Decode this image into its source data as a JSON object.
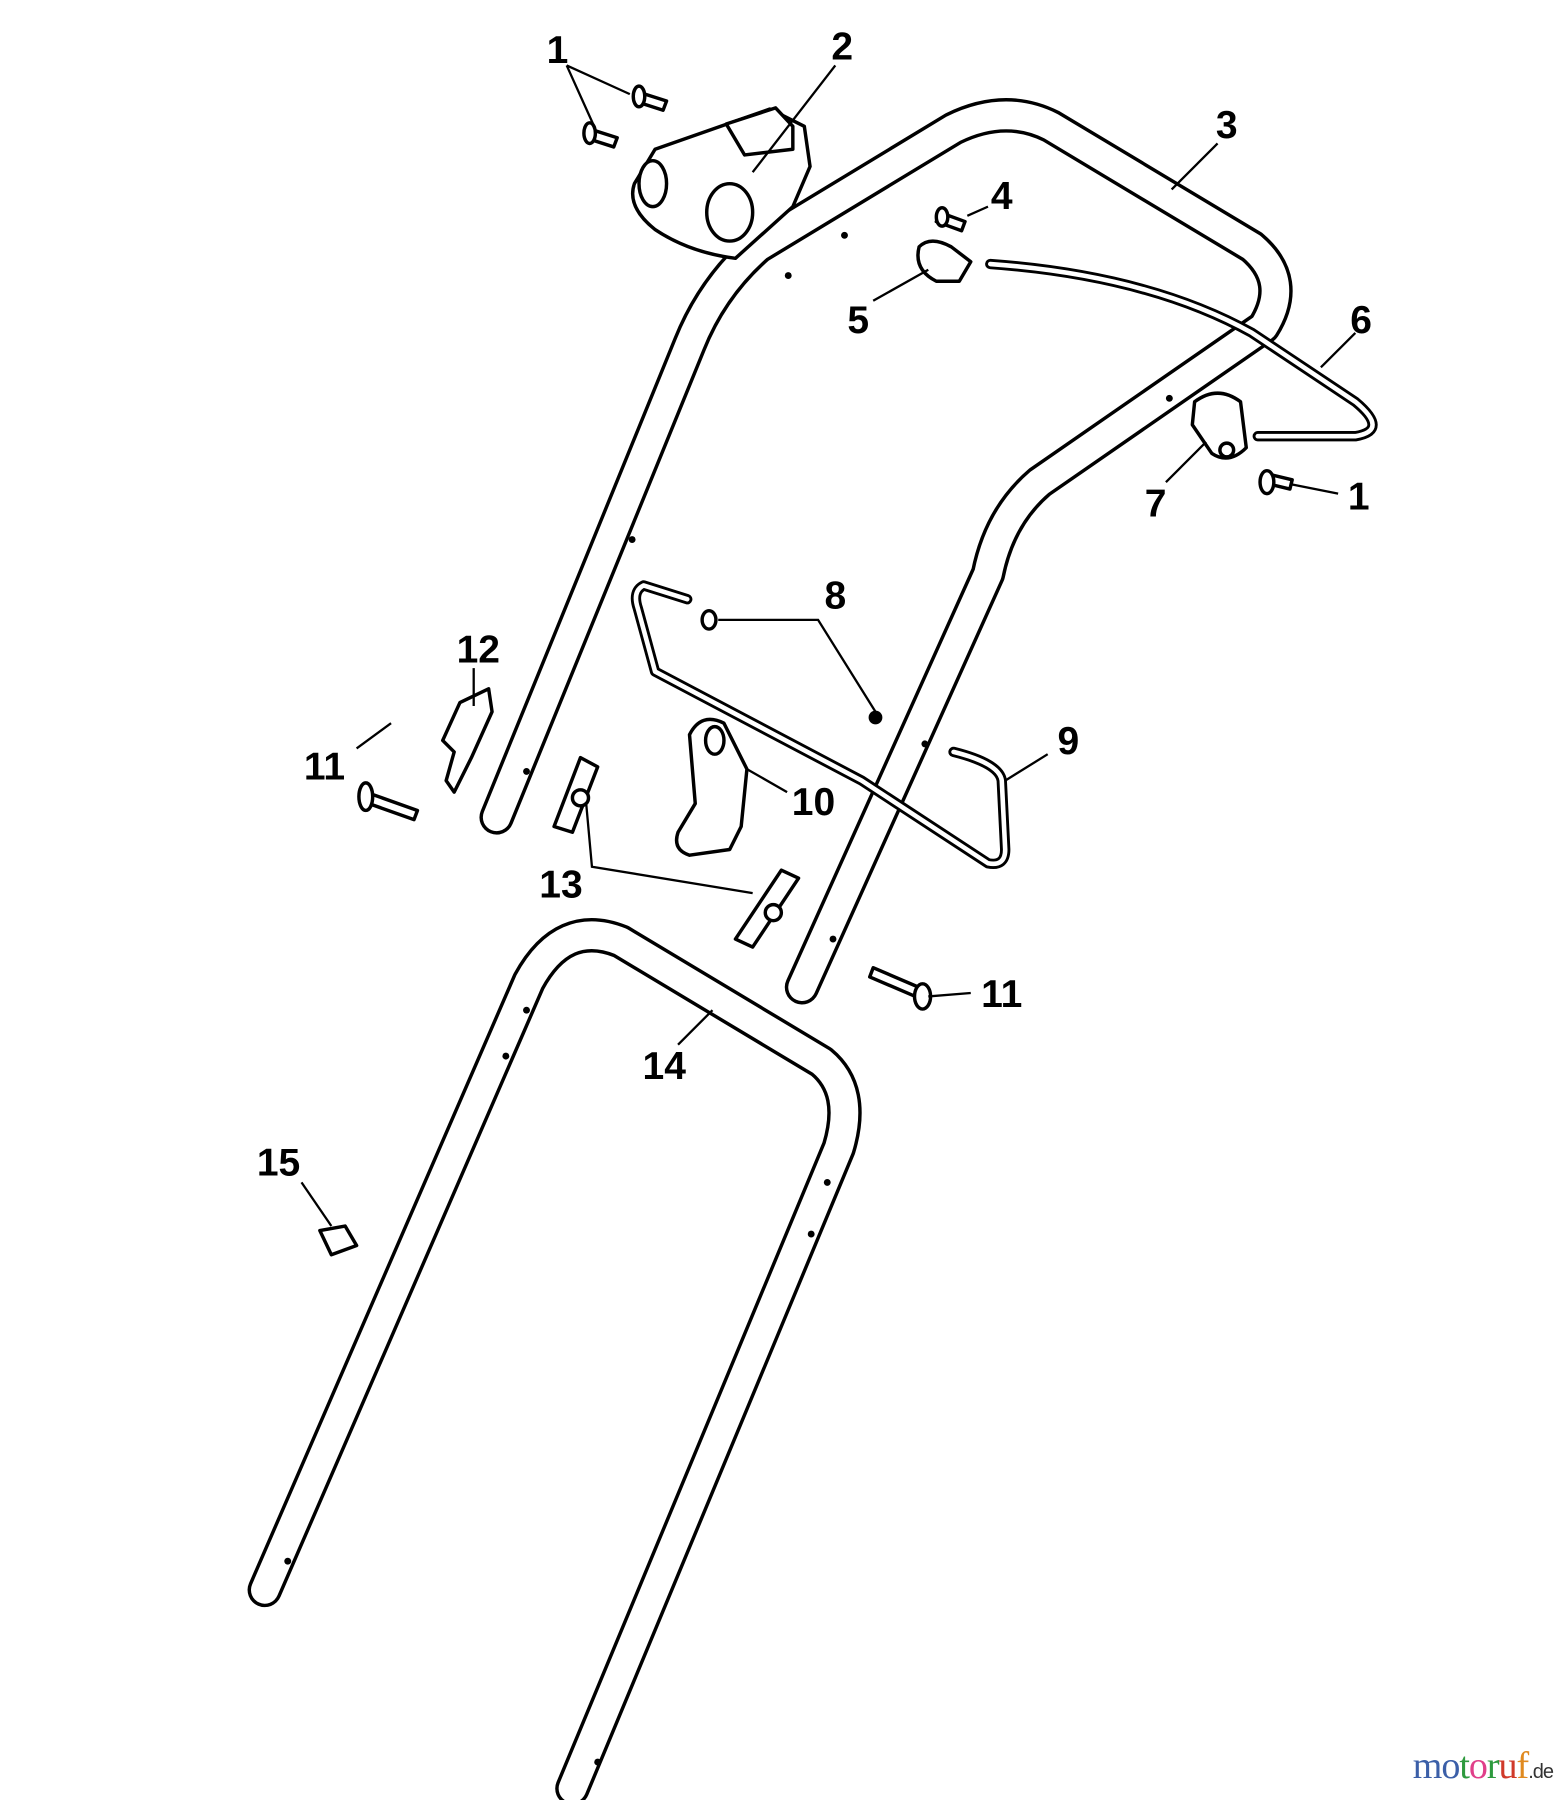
{
  "diagram": {
    "callouts": [
      {
        "id": "c1a",
        "text": "1"
      },
      {
        "id": "c2",
        "text": "2"
      },
      {
        "id": "c3",
        "text": "3"
      },
      {
        "id": "c4",
        "text": "4"
      },
      {
        "id": "c5",
        "text": "5"
      },
      {
        "id": "c6",
        "text": "6"
      },
      {
        "id": "c7",
        "text": "7"
      },
      {
        "id": "c1b",
        "text": "1"
      },
      {
        "id": "c8",
        "text": "8"
      },
      {
        "id": "c9",
        "text": "9"
      },
      {
        "id": "c10",
        "text": "10"
      },
      {
        "id": "c11a",
        "text": "11"
      },
      {
        "id": "c12",
        "text": "12"
      },
      {
        "id": "c13",
        "text": "13"
      },
      {
        "id": "c11b",
        "text": "11"
      },
      {
        "id": "c14",
        "text": "14"
      },
      {
        "id": "c15",
        "text": "15"
      }
    ]
  },
  "watermark": {
    "brand": "motoruf",
    "tld": ".de",
    "colors": [
      "#3b5fa8",
      "#3b5fa8",
      "#2e9a3e",
      "#e0408a",
      "#2e9a3e",
      "#d03a2a",
      "#e08a20",
      "#e8b820"
    ]
  }
}
